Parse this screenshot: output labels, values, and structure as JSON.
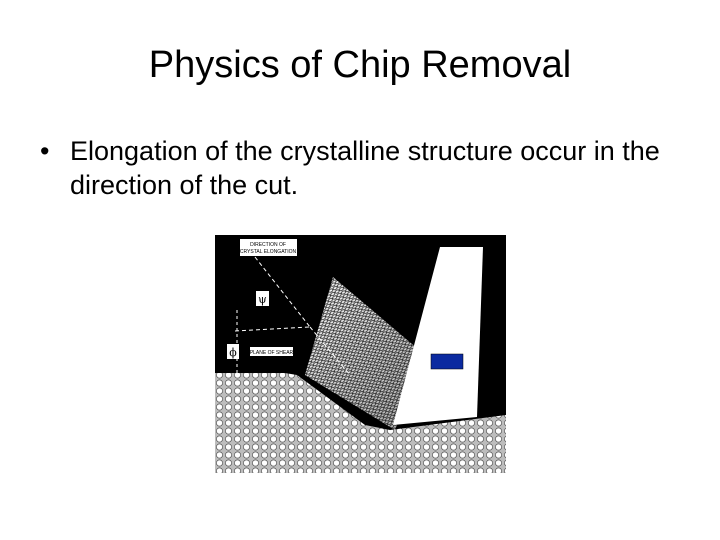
{
  "slide": {
    "title": "Physics of Chip Removal",
    "bullets": [
      {
        "marker": "•",
        "text": "Elongation of the crystalline structure occur in the direction of the cut."
      }
    ]
  },
  "figure": {
    "label_crystal_elongation": [
      "DIRECTION OF",
      "CRYSTAL ELONGATION"
    ],
    "label_plane_of_shear": "PLANE OF SHEAR",
    "symbol_psi": "ψ",
    "symbol_phi": "ϕ",
    "colors": {
      "background": "#000000",
      "tool": "#ffffff",
      "marker": "#0b2aa0"
    }
  }
}
